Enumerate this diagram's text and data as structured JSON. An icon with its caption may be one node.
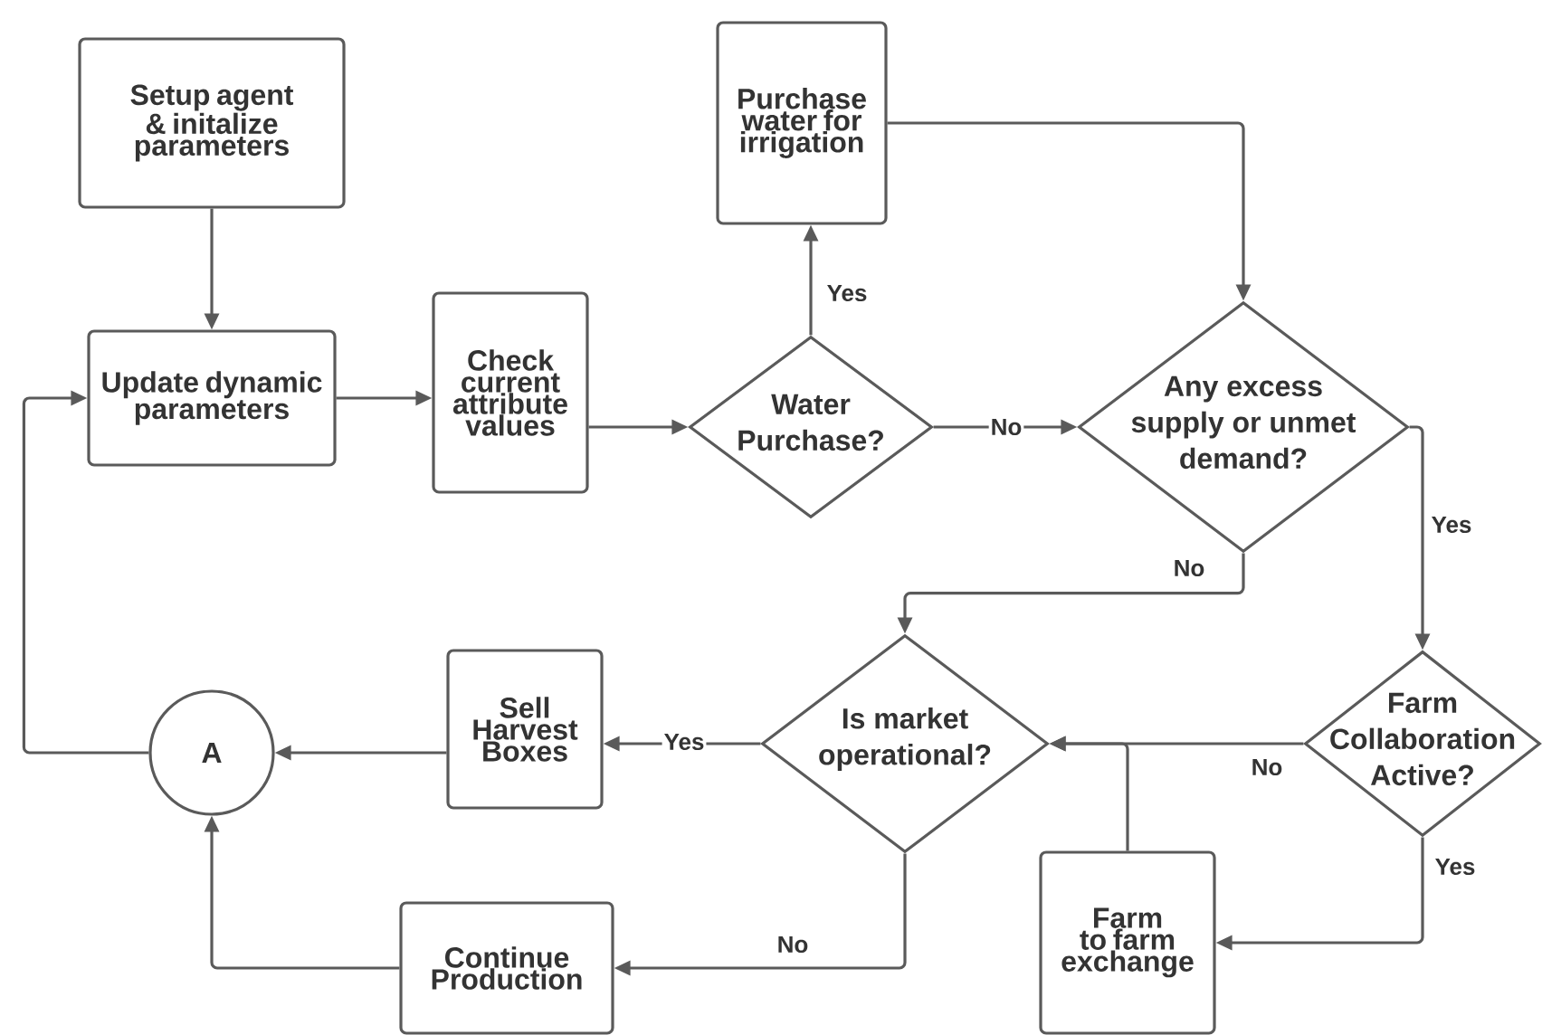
{
  "diagram": {
    "nodes": [
      {
        "text": [
          "Setup agent & initalize parameters"
        ]
      },
      {
        "text": [
          "Update dynamic parameters"
        ]
      },
      {
        "text": [
          "Check current attribute values"
        ]
      },
      {
        "text": [
          "Purchase water for irrigation"
        ]
      },
      {
        "text": [
          "Water Purchase?"
        ]
      },
      {
        "text": [
          "Any excess supply or unmet demand?"
        ]
      },
      {
        "text": [
          "Sell Harvest Boxes"
        ]
      },
      {
        "text": [
          "A"
        ]
      },
      {
        "text": [
          "Is market operational?"
        ]
      },
      {
        "text": [
          "Farm Collaboration Active?"
        ]
      },
      {
        "text": [
          "Continue Production"
        ]
      },
      {
        "text": [
          "Farm to farm exchange"
        ]
      }
    ],
    "edges": [
      {
        "from": 0,
        "to": 1,
        "arrow": "to"
      },
      {
        "from": 1,
        "to": 2,
        "arrow": "to"
      },
      {
        "from": 2,
        "to": 4,
        "arrow": "to"
      },
      {
        "from": 4,
        "to": 3,
        "arrow": "to",
        "label": "Yes"
      },
      {
        "from": 3,
        "to": 5,
        "arrow": "to"
      },
      {
        "from": 4,
        "to": 5,
        "arrow": "to",
        "label": "No"
      },
      {
        "from": 5,
        "to": 8,
        "arrow": "to",
        "label": "No"
      },
      {
        "from": 5,
        "to": 9,
        "arrow": "to",
        "label": "Yes"
      },
      {
        "from": 9,
        "to": 8,
        "arrow": "to",
        "label": "No"
      },
      {
        "from": 9,
        "to": 11,
        "arrow": "to",
        "label": "Yes"
      },
      {
        "from": 11,
        "to": 8,
        "arrow": "to"
      },
      {
        "from": 8,
        "to": 6,
        "arrow": "to",
        "label": "Yes"
      },
      {
        "from": 8,
        "to": 10,
        "arrow": "to",
        "label": "No"
      },
      {
        "from": 6,
        "to": 7,
        "arrow": "to"
      },
      {
        "from": 10,
        "to": 7,
        "arrow": "to"
      },
      {
        "from": 7,
        "to": 1,
        "arrow": "to"
      }
    ]
  }
}
